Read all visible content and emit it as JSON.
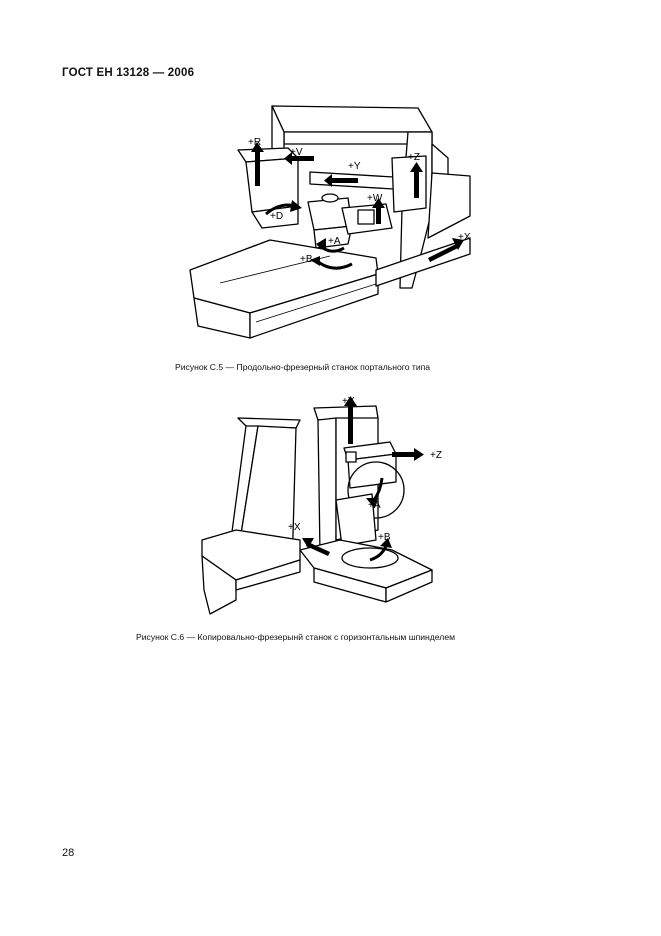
{
  "header": {
    "title": "ГОСТ ЕН 13128 — 2006"
  },
  "figure_c5": {
    "caption": "Рисунок  С.5  —  Продольно-фрезерный станок портального типа",
    "axes": {
      "r": "+R",
      "v": "+V",
      "y": "+Y",
      "z": "+Z",
      "w": "+W",
      "d": "+D",
      "a": "+A",
      "x": "+X",
      "b": "+B"
    }
  },
  "figure_c6": {
    "caption": "Рисунок  С.6  —  Копировально-фрезерынй станок с горизонтальным шпинделем",
    "axes": {
      "y": "+Y",
      "z": "+Z",
      "a": "+A",
      "x": "+X",
      "b": "+B"
    }
  },
  "footer": {
    "page_number": "28"
  }
}
